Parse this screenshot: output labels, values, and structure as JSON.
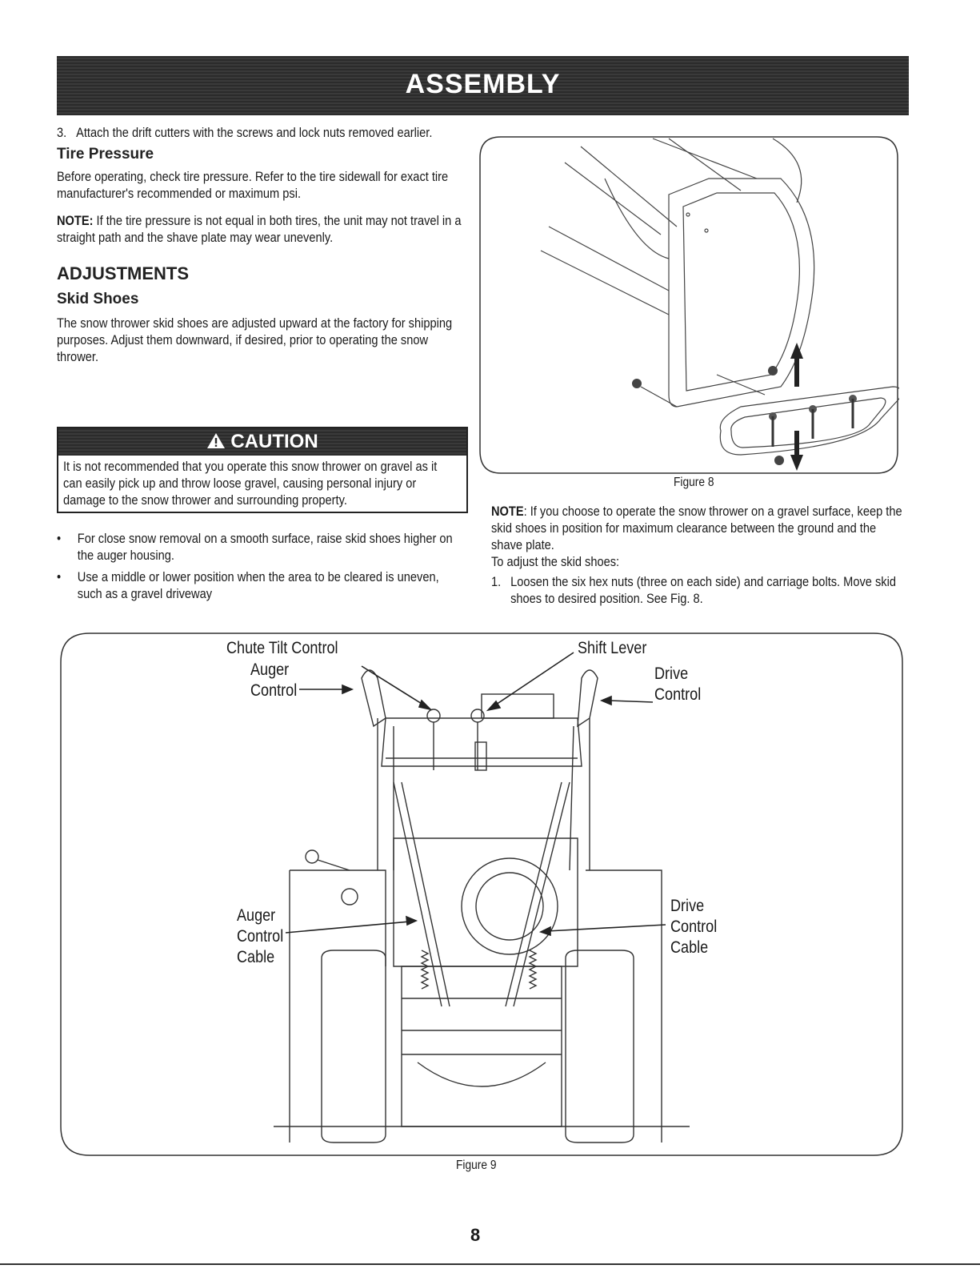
{
  "header": {
    "title": "ASSEMBLY"
  },
  "left": {
    "step3_num": "3.",
    "step3_text": "Attach the drift cutters with the screws and lock nuts removed earlier.",
    "tire_heading": "Tire Pressure",
    "tire_text": "Before operating, check tire pressure. Refer to the tire sidewall for exact tire manufacturer's recommended or maximum psi.",
    "note1_label": "NOTE:",
    "note1_text": " If the tire pressure is not equal in both tires, the unit may not travel in a straight path and the shave plate may wear unevenly.",
    "adjustments_heading": "ADJUSTMENTS",
    "skid_heading": "Skid Shoes",
    "skid_text": "The snow thrower skid shoes are adjusted upward at the factory for shipping purposes. Adjust them downward, if desired, prior to operating the snow thrower.",
    "caution_title": "CAUTION",
    "caution_text": "It is not recommended that you operate this snow thrower on gravel as it can easily pick up and throw loose gravel, causing personal injury or damage to the snow thrower and surrounding property.",
    "bullets": [
      "For close snow removal on a smooth surface, raise skid shoes higher on the auger housing.",
      "Use a middle or lower position when the area to be cleared is uneven, such as a gravel driveway"
    ]
  },
  "right": {
    "fig8_caption": "Figure 8",
    "note2_label": "NOTE",
    "note2_text": ": If you choose to operate the snow thrower on a gravel surface, keep the skid shoes in position for maximum clearance between the ground and the shave plate.",
    "adjust_intro": "To adjust the skid shoes:",
    "step1_num": "1.",
    "step1_text": "Loosen the six hex nuts (three on each side) and carriage bolts. Move skid shoes to desired position. See Fig. 8."
  },
  "fig9": {
    "caption": "Figure 9",
    "labels": {
      "chute_tilt": "Chute Tilt Control",
      "auger_control_1": "Auger",
      "auger_control_2": "Control",
      "shift_lever": "Shift Lever",
      "drive_control_1": "Drive",
      "drive_control_2": "Control",
      "auger_cable_1": "Auger",
      "auger_cable_2": "Control",
      "auger_cable_3": "Cable",
      "drive_cable_1": "Drive",
      "drive_cable_2": "Control",
      "drive_cable_3": "Cable"
    }
  },
  "page_number": "8"
}
